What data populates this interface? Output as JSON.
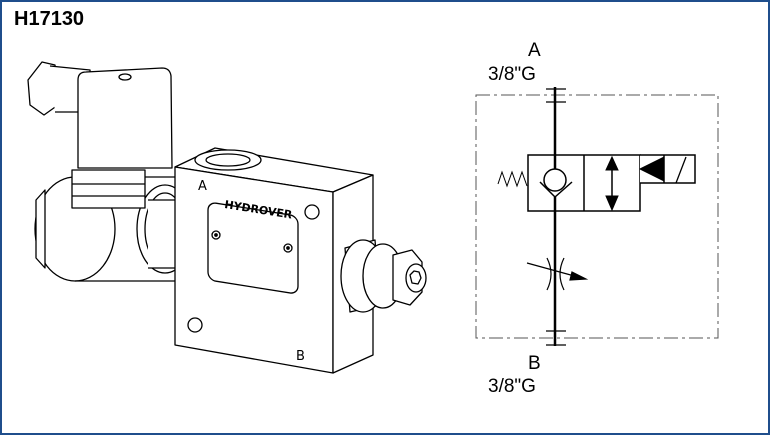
{
  "title": "H17130",
  "illustration": {
    "brand_label": "HYDROVER",
    "port_a": "A",
    "port_b": "B"
  },
  "schematic": {
    "port_a": {
      "name": "A",
      "thread": "3/8\"G"
    },
    "port_b": {
      "name": "B",
      "thread": "3/8\"G"
    }
  },
  "colors": {
    "border": "#1f4e8c"
  }
}
